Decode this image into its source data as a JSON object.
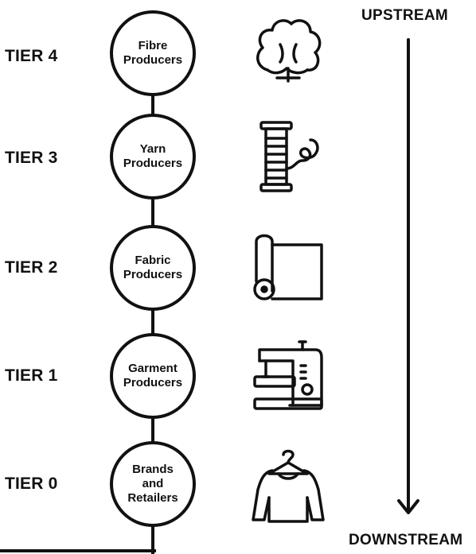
{
  "upstream_label": "UPSTREAM",
  "downstream_label": "DOWNSTREAM",
  "tiers": [
    {
      "tier": "TIER 4",
      "lines": [
        "Fibre",
        "Producers"
      ],
      "icon": "cotton-icon"
    },
    {
      "tier": "TIER 3",
      "lines": [
        "Yarn",
        "Producers"
      ],
      "icon": "spool-icon"
    },
    {
      "tier": "TIER 2",
      "lines": [
        "Fabric",
        "Producers"
      ],
      "icon": "fabric-roll-icon"
    },
    {
      "tier": "TIER 1",
      "lines": [
        "Garment",
        "Producers"
      ],
      "icon": "sewing-machine-icon"
    },
    {
      "tier": "TIER 0",
      "lines": [
        "Brands",
        "and",
        "Retailers"
      ],
      "icon": "shirt-on-hanger-icon"
    }
  ]
}
